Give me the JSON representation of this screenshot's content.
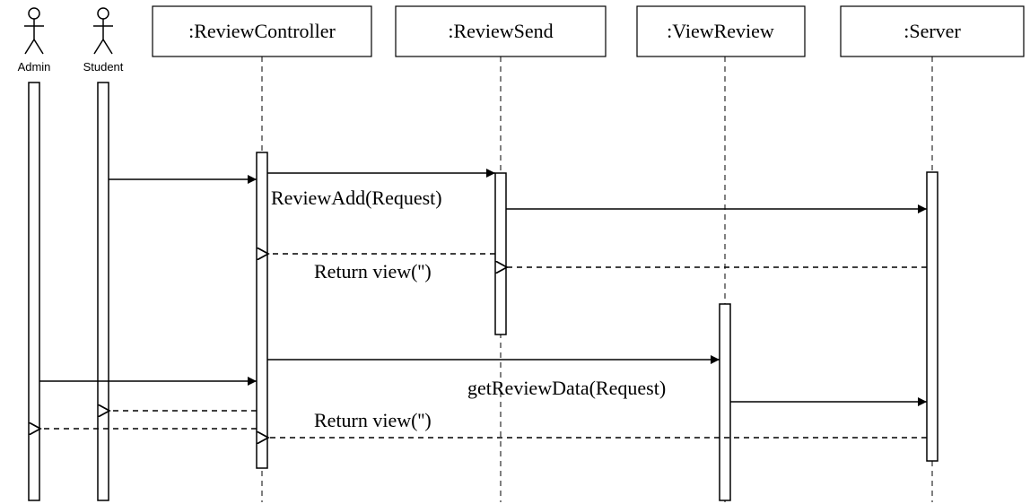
{
  "actors": [
    {
      "id": "admin",
      "label": "Admin"
    },
    {
      "id": "student",
      "label": "Student"
    }
  ],
  "objects": [
    {
      "id": "controller",
      "label": ":ReviewController"
    },
    {
      "id": "send",
      "label": ":ReviewSend"
    },
    {
      "id": "view",
      "label": ":ViewReview"
    },
    {
      "id": "server",
      "label": ":Server"
    }
  ],
  "messages": {
    "review_add": "ReviewAdd(Request)",
    "return_view_1": "Return view('')",
    "get_review_data": "getReviewData(Request)",
    "return_view_2": "Return view('')"
  },
  "colors": {
    "line": "#000000",
    "background": "#ffffff"
  }
}
